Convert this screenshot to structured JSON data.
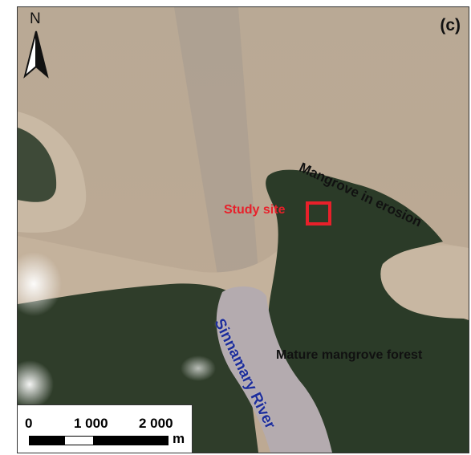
{
  "map": {
    "panel_label": "(c)",
    "north_label": "N",
    "labels": {
      "erosion": "Mangrove in erosion",
      "study_site": "Study site",
      "mature_forest": "Mature mangrove forest",
      "river": "Sinnamary River"
    },
    "scale_bar": {
      "tick_0": "0",
      "tick_1000": "1 000",
      "tick_2000": "2 000",
      "unit": "m"
    },
    "colors": {
      "sea": "#b8a792",
      "mudflat": "#c9b8a3",
      "forest": "#2f3f2c",
      "river": "#b7aeb3",
      "study_site": "#e8202a",
      "river_label": "#1c2d9c"
    }
  }
}
